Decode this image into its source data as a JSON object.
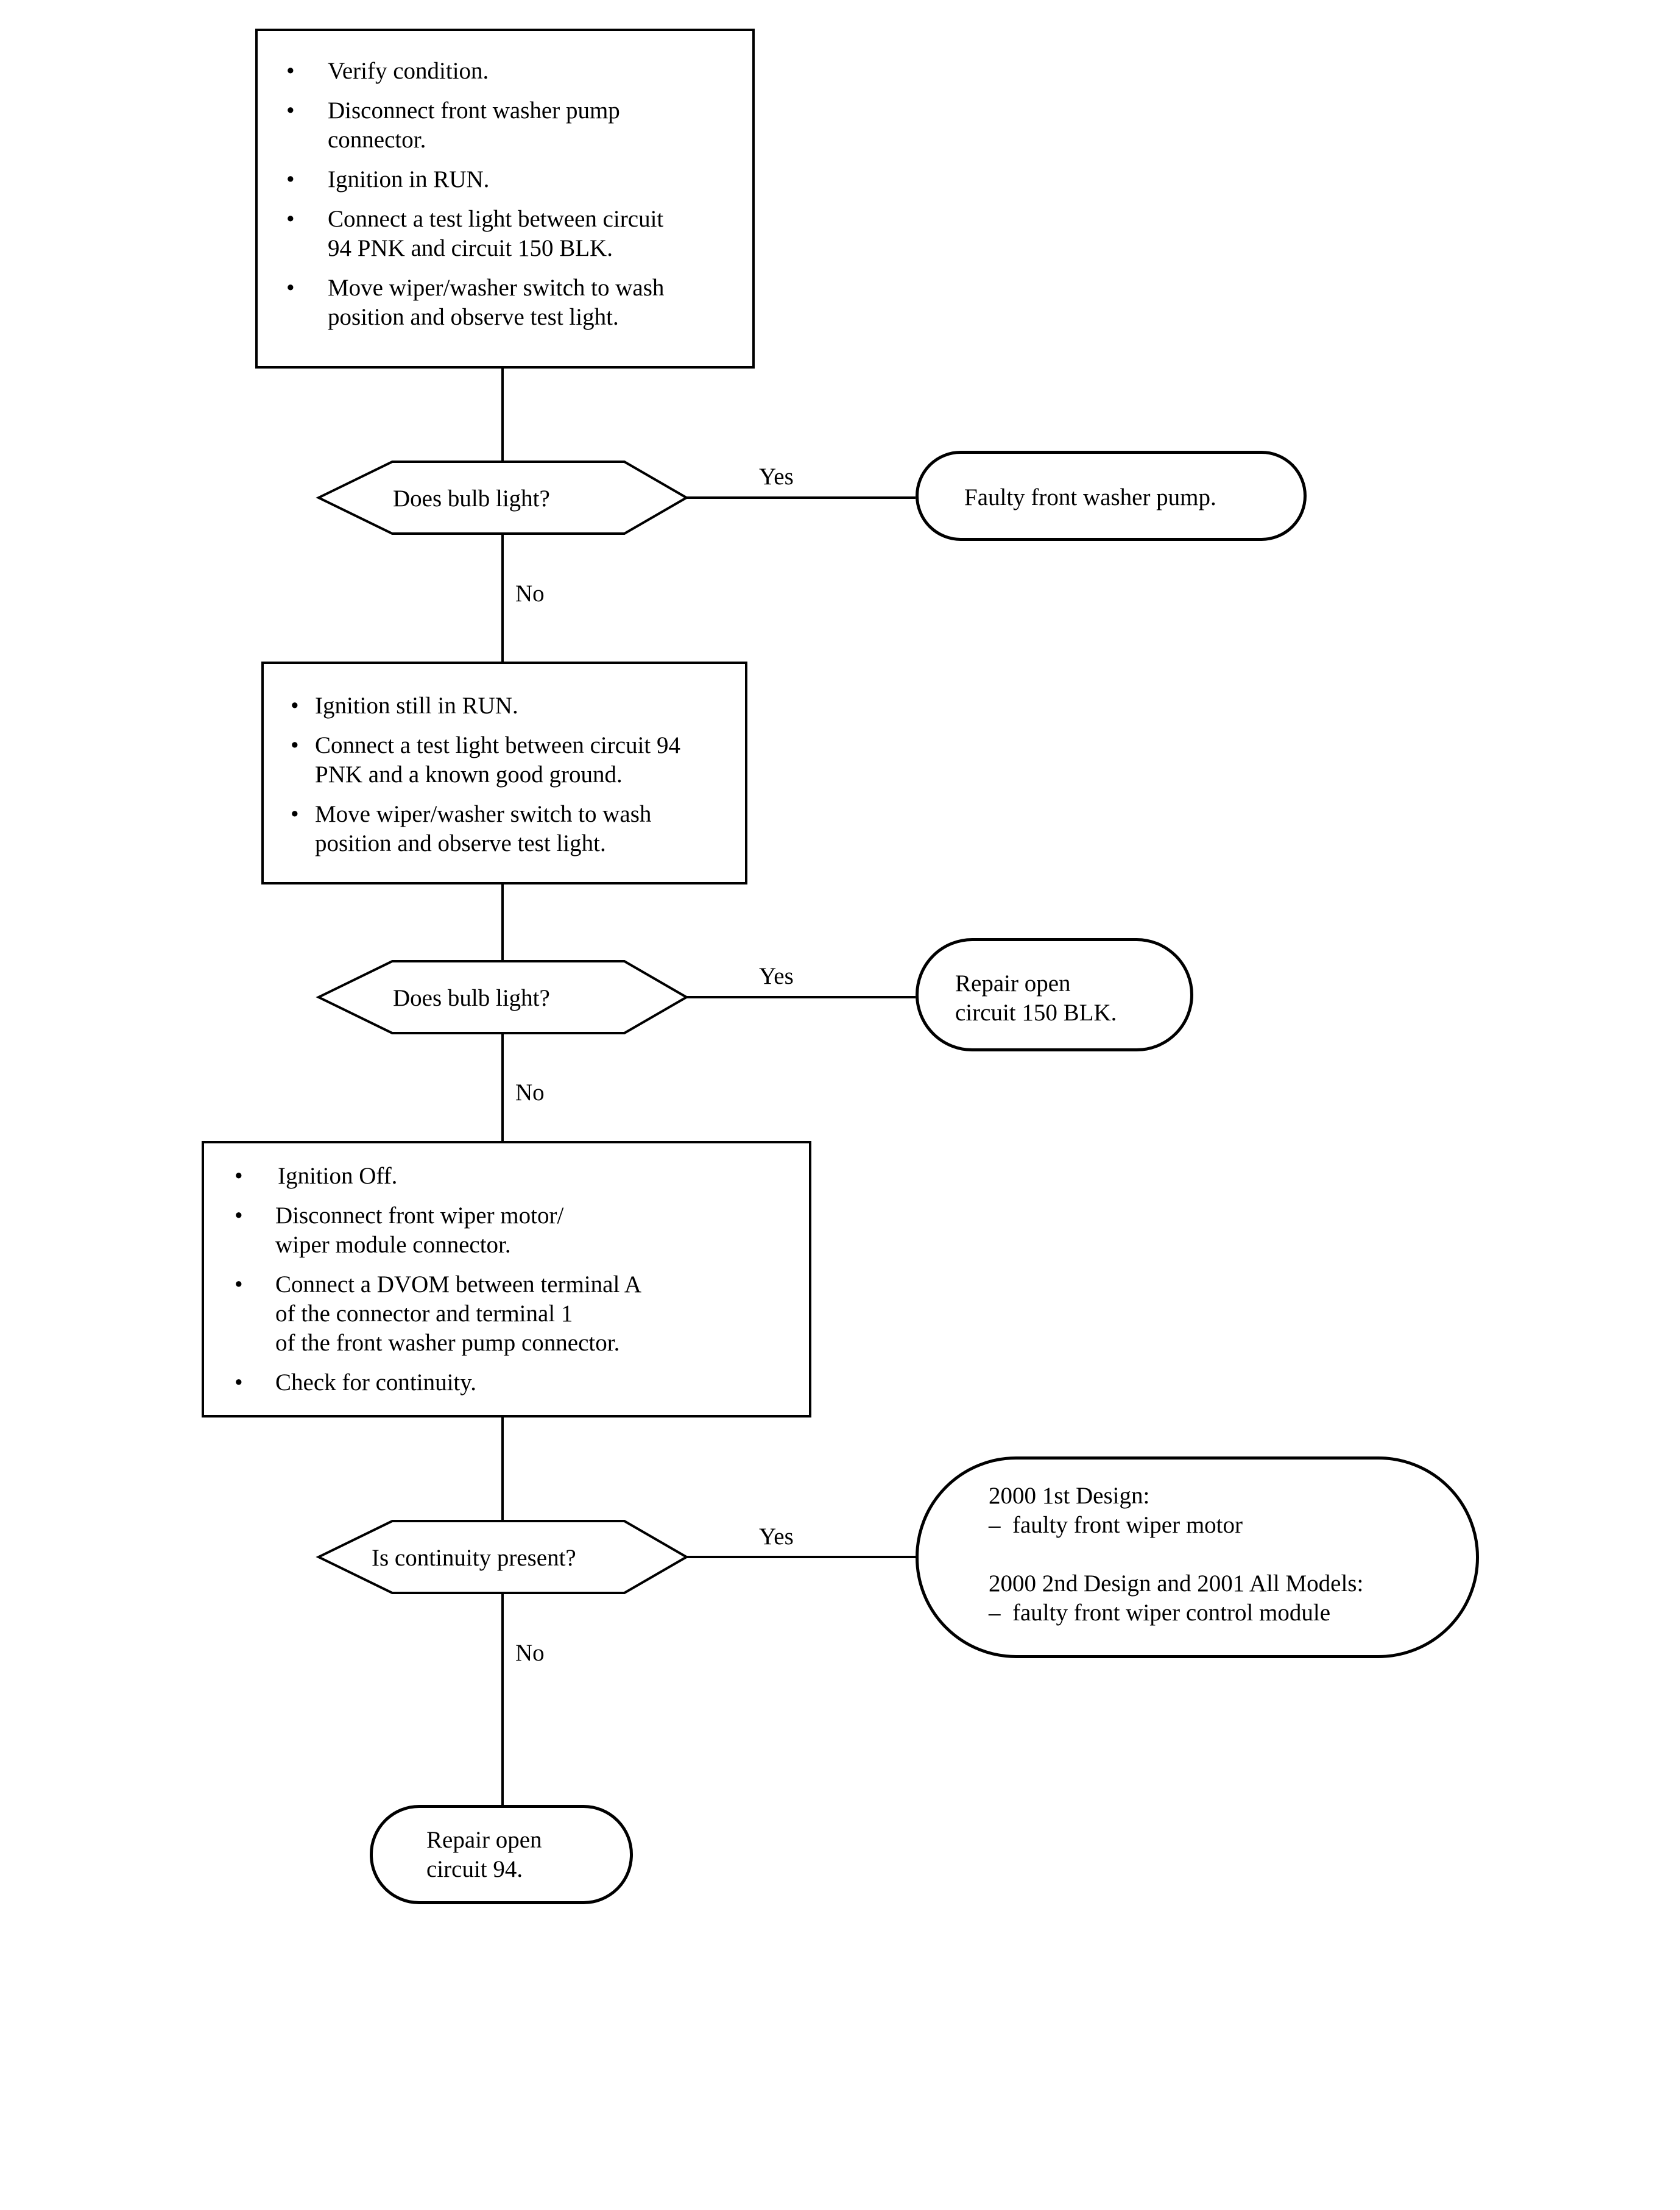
{
  "step1": {
    "items": [
      [
        "Verify condition."
      ],
      [
        "Disconnect front washer pump",
        "connector."
      ],
      [
        "Ignition in RUN."
      ],
      [
        "Connect a test light between circuit",
        "94 PNK and circuit 150 BLK."
      ],
      [
        "Move wiper/washer switch to wash",
        "position and observe test light."
      ]
    ]
  },
  "decision1": {
    "question": "Does bulb light?",
    "yes": "Yes",
    "no": "No"
  },
  "result1": {
    "line1": "Faulty front washer pump."
  },
  "step2": {
    "items": [
      [
        "Ignition still in RUN."
      ],
      [
        "Connect a test light between circuit 94",
        "PNK and a known good ground."
      ],
      [
        "Move wiper/washer switch to wash",
        "position and observe test light."
      ]
    ]
  },
  "decision2": {
    "question": "Does bulb light?",
    "yes": "Yes",
    "no": "No"
  },
  "result2": {
    "line1": "Repair open",
    "line2": "circuit 150 BLK."
  },
  "step3": {
    "items": [
      [
        "Ignition Off."
      ],
      [
        "Disconnect front wiper motor/",
        "wiper module connector."
      ],
      [
        "Connect a DVOM between terminal A",
        "of the connector and terminal 1",
        "of the front washer pump connector."
      ],
      [
        "Check for continuity."
      ]
    ]
  },
  "decision3": {
    "question": "Is continuity present?",
    "yes": "Yes",
    "no": "No"
  },
  "result3": {
    "line1": "2000 1st Design:",
    "line2": "–  faulty front wiper motor",
    "line3": "2000 2nd Design and 2001 All Models:",
    "line4": "–  faulty front wiper control module"
  },
  "result4": {
    "line1": "Repair open",
    "line2": "circuit 94."
  },
  "bullet_char": "•"
}
